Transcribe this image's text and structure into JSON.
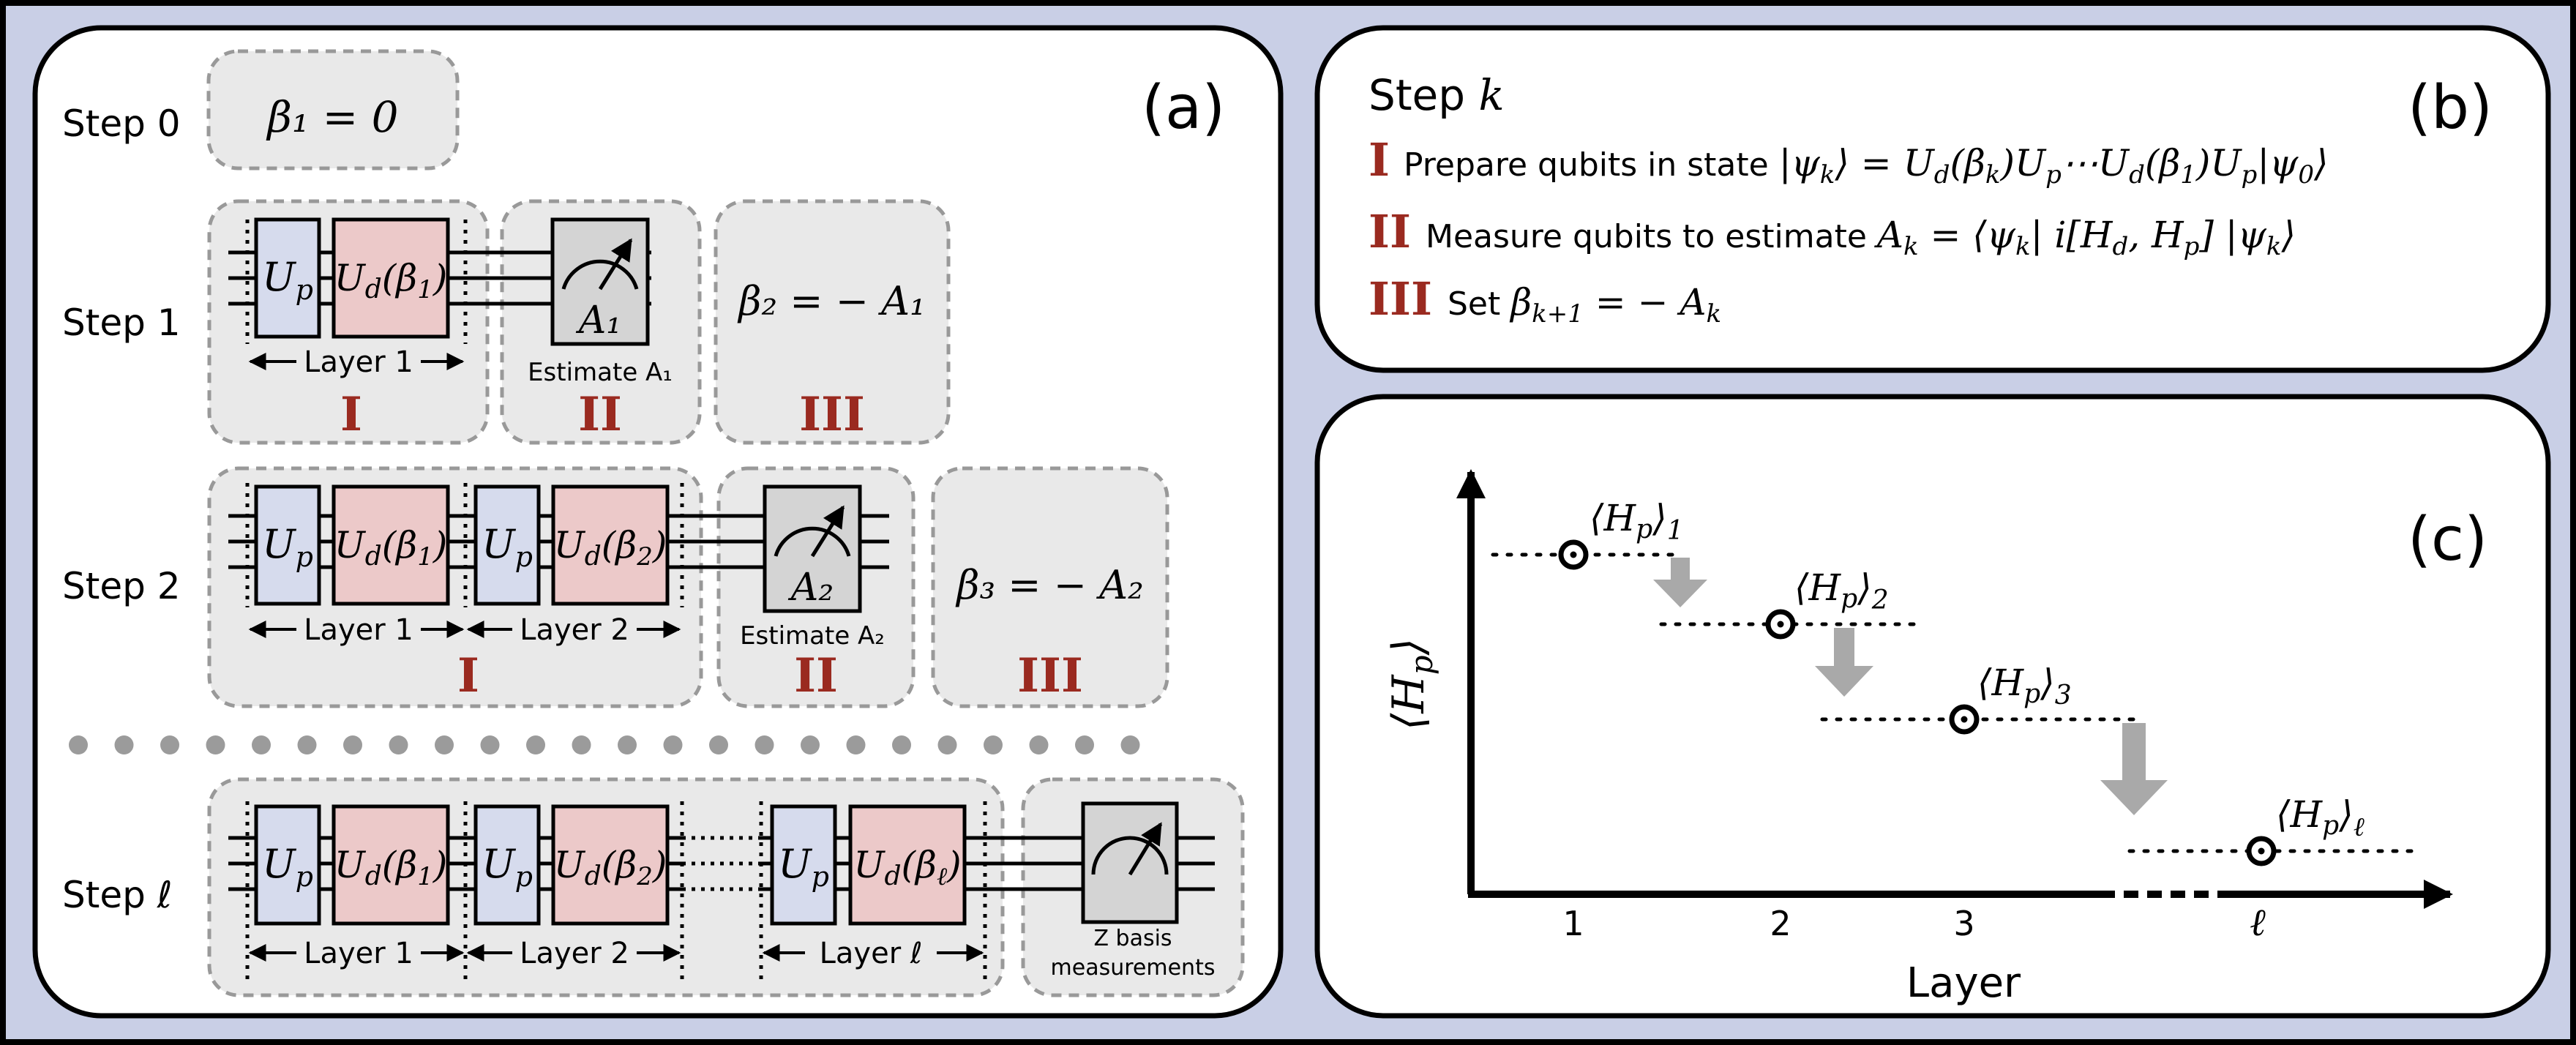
{
  "panel_a": {
    "label": "(a)",
    "step0": {
      "label": "Step 0",
      "beta": "β₁ = 0"
    },
    "step1": {
      "label": "Step 1",
      "up": "Up",
      "ud": "Ud(β₁)",
      "layer": "Layer 1",
      "meter": "A₁",
      "estimate": "Estimate A₁",
      "beta": "β₂ = − A₁",
      "I": "I",
      "II": "II",
      "III": "III"
    },
    "step2": {
      "label": "Step 2",
      "up1": "Up",
      "ud1": "Ud(β₁)",
      "up2": "Up",
      "ud2": "Ud(β₂)",
      "layer1": "Layer 1",
      "layer2": "Layer 2",
      "meter": "A₂",
      "estimate": "Estimate A₂",
      "beta": "β₃ = − A₂",
      "I": "I",
      "II": "II",
      "III": "III"
    },
    "stepL": {
      "label": "Step ℓ",
      "up1": "Up",
      "ud1": "Ud(β₁)",
      "up2": "Up",
      "ud2": "Ud(β₂)",
      "up3": "Up",
      "ud3": "Ud(βℓ)",
      "layer1": "Layer 1",
      "layer2": "Layer 2",
      "layer3": "Layer ℓ",
      "meas1": "Z basis",
      "meas2": "measurements"
    }
  },
  "panel_b": {
    "label": "(b)",
    "title": "Step k",
    "items": [
      {
        "num": "I",
        "text": "Prepare qubits in state |ψk⟩ = Ud(βk)Up⋯Ud(β1)Up|ψ0⟩"
      },
      {
        "num": "II",
        "text": "Measure qubits to estimate Ak = ⟨ψk| i[Hd, Hp] |ψk⟩"
      },
      {
        "num": "III",
        "text": "Set βk+1 = − Ak"
      }
    ]
  },
  "panel_c": {
    "label": "(c)",
    "ylabel": "⟨Hp⟩",
    "xlabel": "Layer",
    "ticks": [
      "1",
      "2",
      "3",
      "ℓ"
    ],
    "points": [
      {
        "label": "⟨Hp⟩1"
      },
      {
        "label": "⟨Hp⟩2"
      },
      {
        "label": "⟨Hp⟩3"
      },
      {
        "label": "⟨Hp⟩ℓ"
      }
    ]
  },
  "colors": {
    "frame_bg": "#c9cfe6",
    "up_fill": "#d6dbed",
    "ud_fill": "#ecc9c9",
    "group_fill": "#e9e9e9",
    "roman": "#9a2a20",
    "arrow_gray": "#a9a9a9"
  }
}
